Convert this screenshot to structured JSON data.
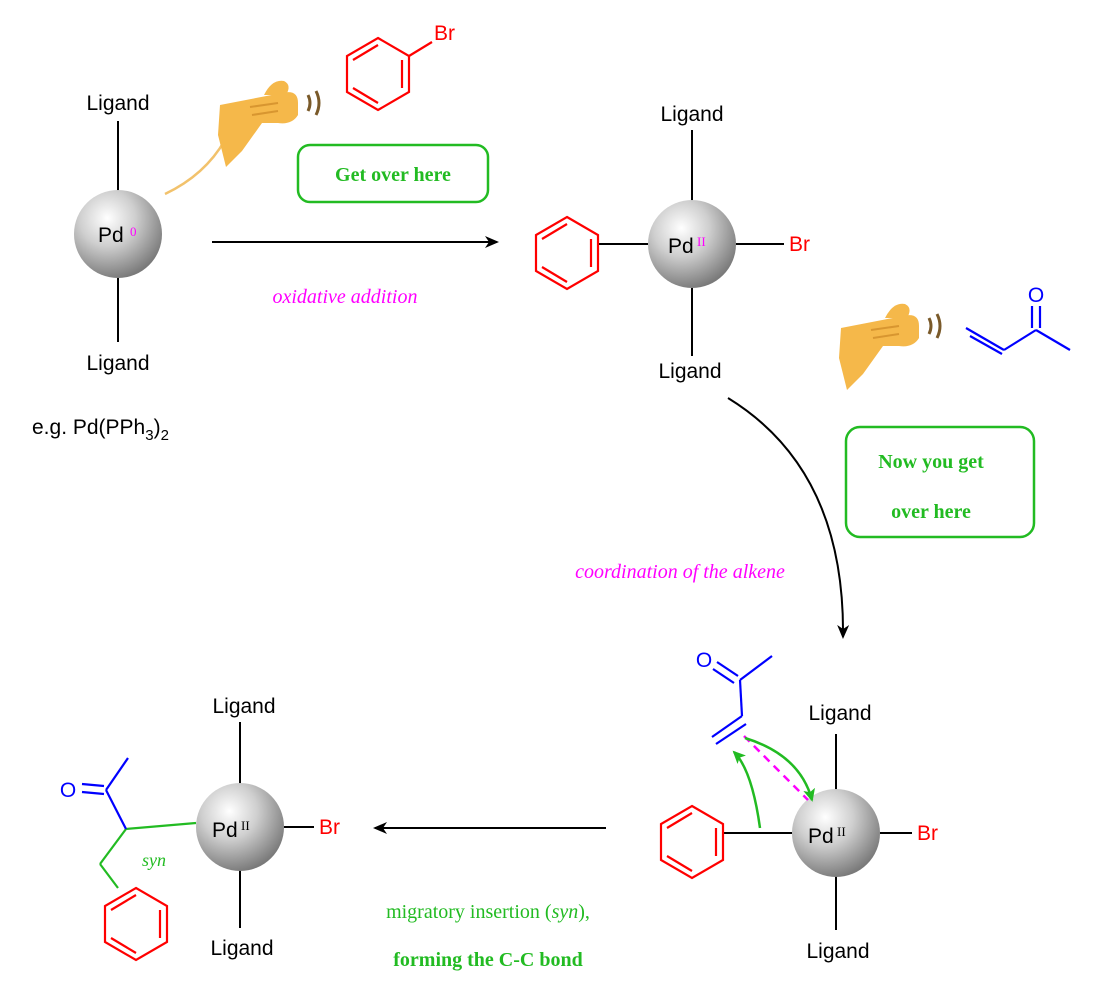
{
  "colors": {
    "reaction_step": "#ff00ff",
    "speech_bubble": "#22bb22",
    "aryl": "#ff0000",
    "alkene": "#0000ff"
  },
  "species": {
    "pd0": {
      "metal": "Pd",
      "oxidation": "0",
      "ligand_top": "Ligand",
      "ligand_bottom": "Ligand"
    },
    "example": {
      "prefix": "e.g. Pd(PPh",
      "sub1": "3",
      "mid": ")",
      "sub2": "2"
    },
    "aryl_bromide": {
      "br": "Br"
    },
    "complex1": {
      "metal": "Pd",
      "oxidation": "II",
      "ligand_top": "Ligand",
      "ligand_bottom": "Ligand",
      "br": "Br"
    },
    "enone": {
      "o": "O"
    },
    "complex2": {
      "metal": "Pd",
      "oxidation": "II",
      "ligand_top": "Ligand",
      "ligand_bottom": "Ligand",
      "br": "Br",
      "o": "O"
    },
    "complex3": {
      "metal": "Pd",
      "oxidation": "II",
      "ligand_top": "Ligand",
      "ligand_bottom": "Ligand",
      "br": "Br",
      "o": "O",
      "syn": "syn"
    }
  },
  "bubbles": {
    "first": "Get over here",
    "second_line1": "Now you get",
    "second_line2": "over here"
  },
  "steps": {
    "oxidative_addition": "oxidative addition",
    "coordination": "coordination of the alkene",
    "migratory_line1_pre": "migratory insertion (",
    "migratory_line1_syn": "syn",
    "migratory_line1_post": "),",
    "migratory_line2": "forming the C-C bond"
  },
  "icons": [
    "beckoning-hand-icon",
    "beckoning-hand-icon"
  ]
}
